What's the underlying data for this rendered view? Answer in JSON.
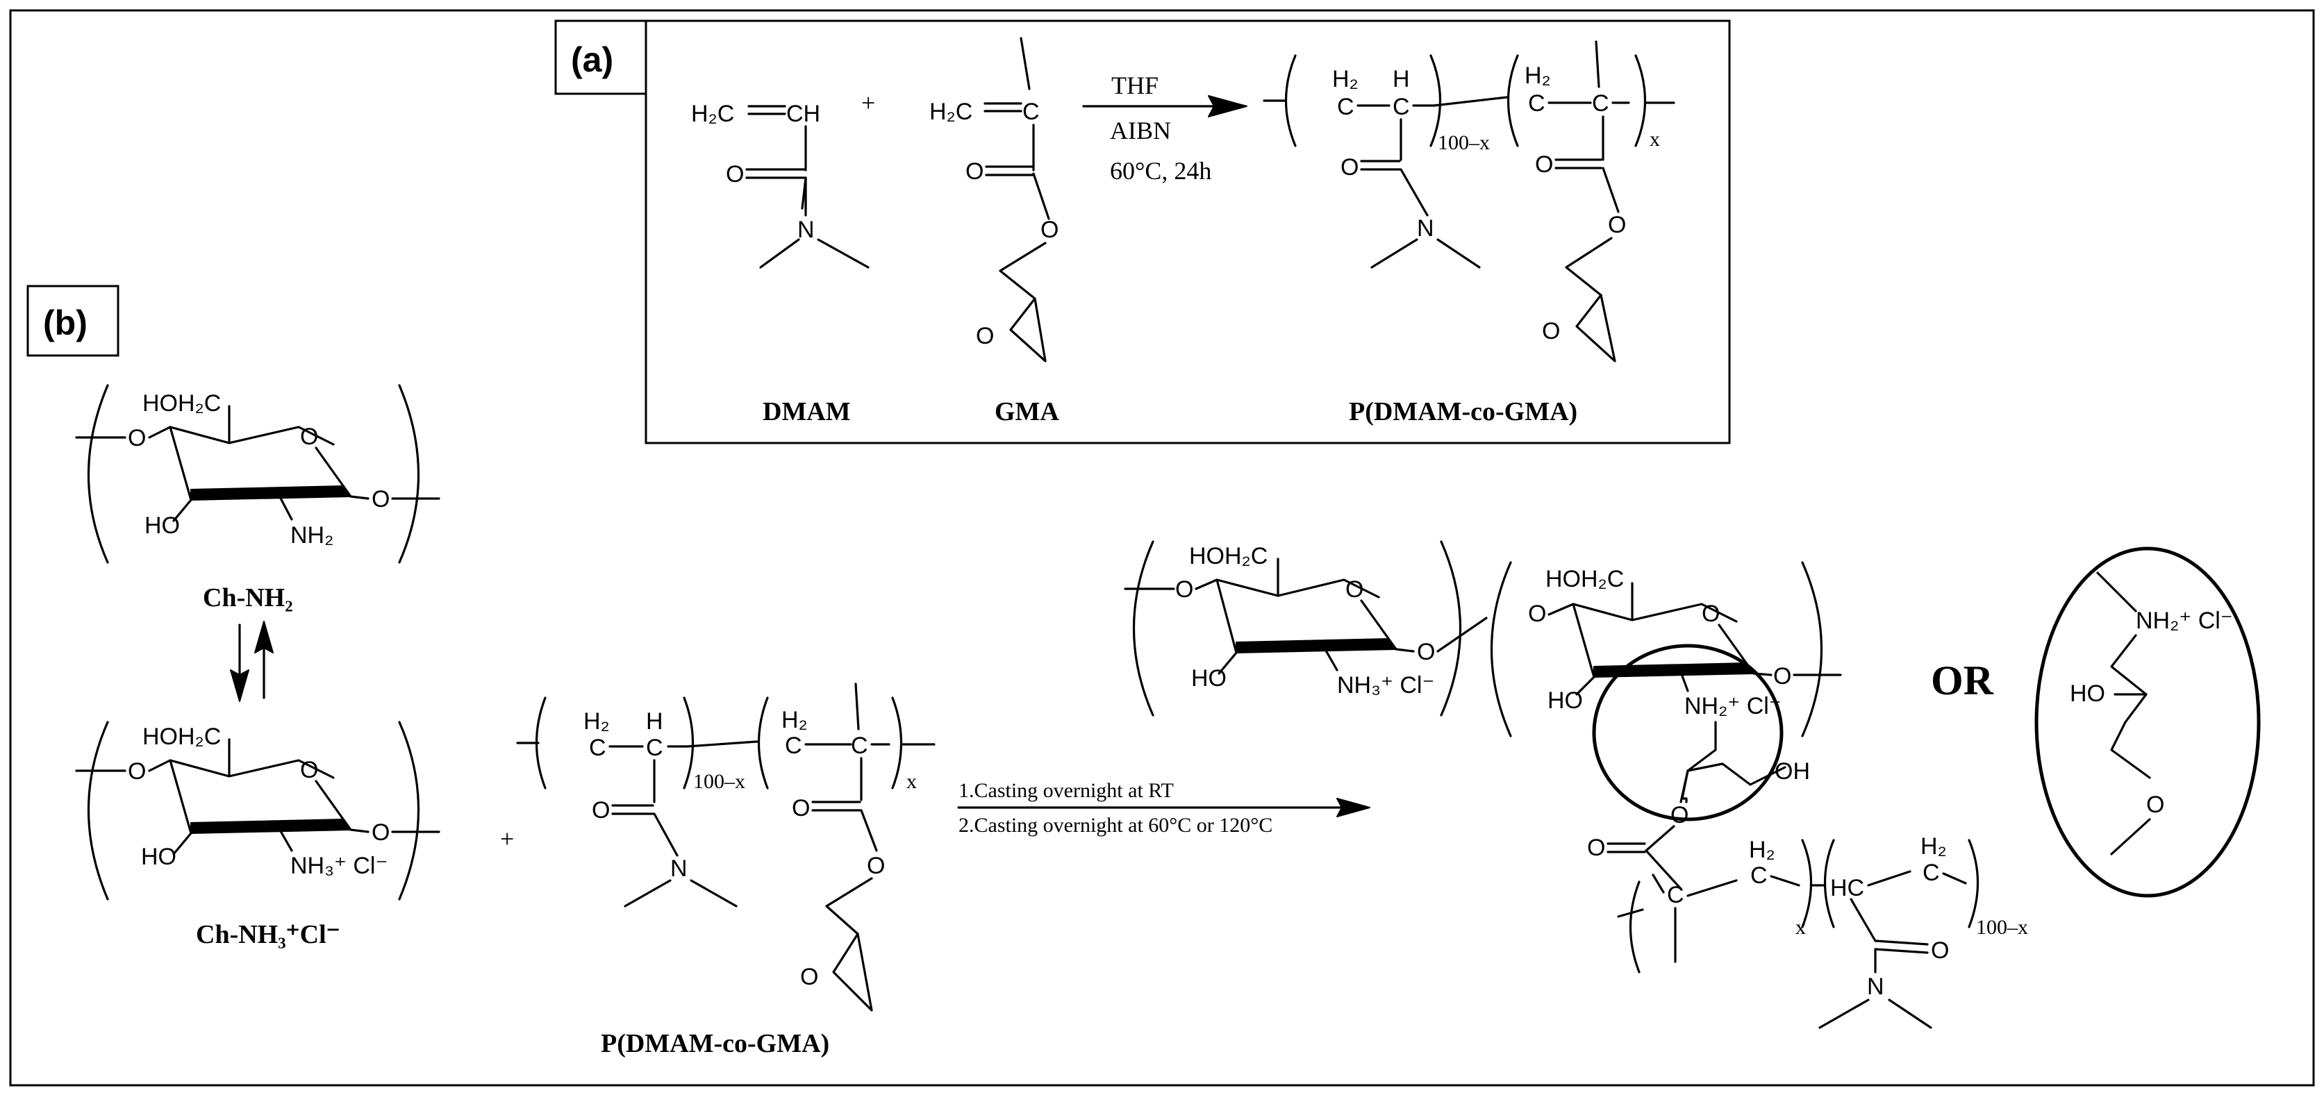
{
  "panel_a": {
    "label": "(a)",
    "monomer1_name": "DMAM",
    "monomer2_name": "GMA",
    "product_name": "P(DMAM-co-GMA)",
    "plus": "+",
    "conditions": {
      "solvent": "THF",
      "initiator": "AIBN",
      "temp_time": "60°C, 24h"
    },
    "sub_100x": "100–x",
    "sub_x": "x"
  },
  "panel_b": {
    "label": "(b)",
    "chitosan_name": "Ch-NH₂",
    "chitosan_salt_name": "Ch-NH₃⁺Cl⁻",
    "copolymer_name": "P(DMAM-co-GMA)",
    "plus": "+",
    "step1": "1.Casting overnight at RT",
    "step2": "2.Casting overnight at 60°C or 120°C",
    "or_label": "OR",
    "sub_100x": "100–x",
    "sub_x": "x"
  },
  "atoms": {
    "h2c": "H₂C",
    "ch": "CH",
    "c": "C",
    "h": "H",
    "h2": "H₂",
    "o": "O",
    "n": "N",
    "oh": "OH",
    "ho": "HO",
    "hoh2c": "HOH₂C",
    "nh2": "NH₂",
    "nh3cl": "NH₃⁺ Cl⁻",
    "nh2cl": "NH₂⁺ Cl⁻",
    "hc": "HC"
  }
}
